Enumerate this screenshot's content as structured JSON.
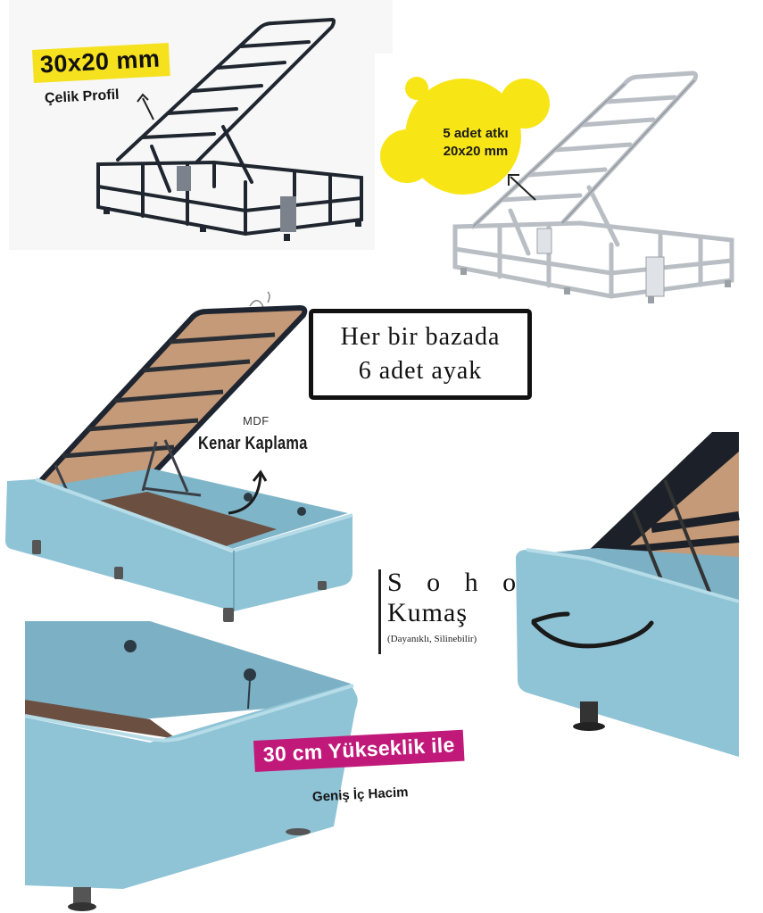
{
  "frame_section": {
    "profile_size": "30x20 mm",
    "profile_label": "Çelik Profil",
    "slats_count": "5 adet atkı",
    "slats_size": "20x20 mm"
  },
  "legs_box": {
    "line1": "Her bir bazada",
    "line2": "6 adet ayak"
  },
  "edge_section": {
    "material": "MDF",
    "label": "Kenar Kaplama"
  },
  "fabric_section": {
    "brand_line1": "S o h o",
    "brand_line2": "Kumaş",
    "subtitle": "(Dayanıklı, Silinebilir)"
  },
  "height_section": {
    "headline": "30 cm Yükseklik ile",
    "subline": "Geniş İç Hacim"
  },
  "colors": {
    "yellow_accent": "#f6e11f",
    "magenta_accent": "#c1197a",
    "fabric_blue": "#8fc3d6",
    "frame_dark": "#1f2630",
    "frame_silver": "#bfc4c9",
    "mdf_wood": "#b88a68"
  }
}
